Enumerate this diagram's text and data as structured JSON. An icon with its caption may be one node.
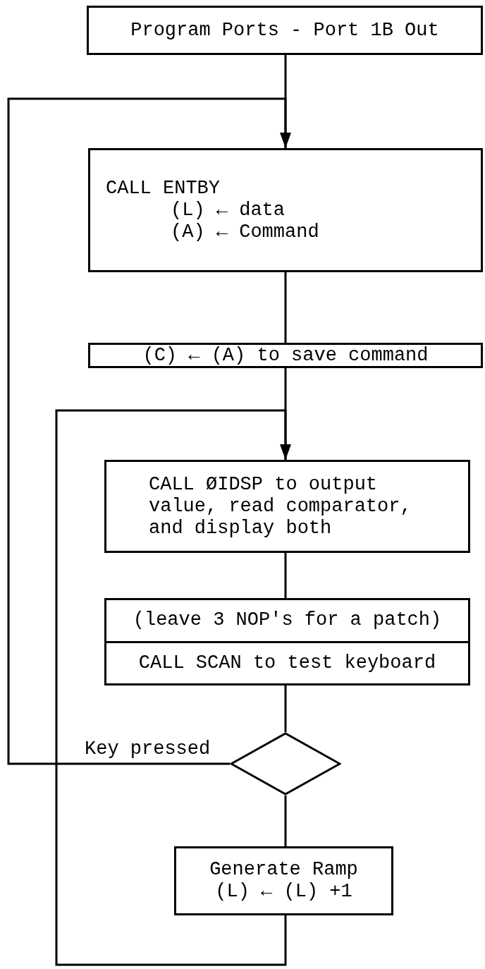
{
  "diagram": {
    "nodes": [
      {
        "text": [
          "Program Ports - Port 1B Out"
        ]
      },
      {
        "text": [
          "CALL ENTBY",
          "(L) ← data",
          "(A) ← Command"
        ]
      },
      {
        "text": [
          "(C) ← (A) to save command"
        ]
      },
      {
        "text": [
          "CALL ØIDSP to output value, read comparator, and display both"
        ]
      },
      {
        "text": [
          "(leave 3 NOP's for a patch)",
          "CALL SCAN to test keyboard"
        ]
      },
      {
        "text": [],
        "shape": "diamond"
      },
      {
        "text": [
          "Generate Ramp",
          "(L) ← (L) +1"
        ]
      }
    ],
    "edges": [
      {
        "from": 0,
        "to": 1,
        "arrow": "none"
      },
      {
        "from": 5,
        "to": 1,
        "arrow": "to",
        "label": "Key pressed"
      },
      {
        "from": 1,
        "to": 2,
        "arrow": "none"
      },
      {
        "from": 2,
        "to": 3,
        "arrow": "none"
      },
      {
        "from": 6,
        "to": 3,
        "arrow": "to"
      },
      {
        "from": 3,
        "to": 4,
        "arrow": "none"
      },
      {
        "from": 4,
        "to": 5,
        "arrow": "none"
      },
      {
        "from": 5,
        "to": 6,
        "arrow": "none"
      }
    ]
  }
}
